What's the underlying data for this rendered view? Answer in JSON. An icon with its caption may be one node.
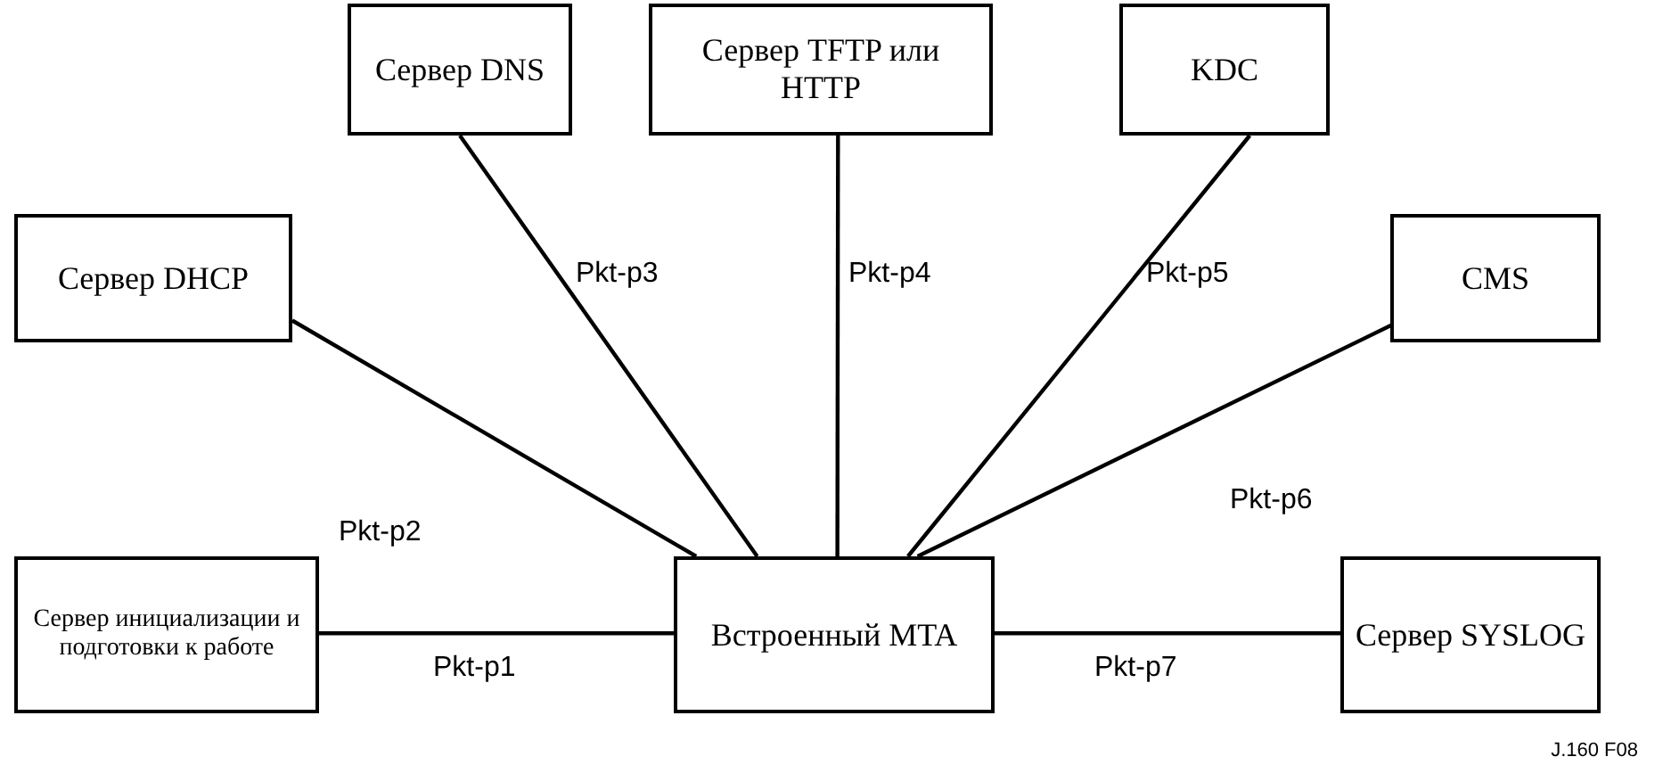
{
  "diagram": {
    "nodes": [
      {
        "text": [
          "Сервер DNS"
        ]
      },
      {
        "text": [
          "Сервер TFTP или HTTP"
        ]
      },
      {
        "text": [
          "KDC"
        ]
      },
      {
        "text": [
          "Сервер DHCP"
        ]
      },
      {
        "text": [
          "CMS"
        ]
      },
      {
        "text": [
          "Сервер инициализации и подготовки к работе"
        ]
      },
      {
        "text": [
          "Встроенный MTA"
        ]
      },
      {
        "text": [
          "Сервер SYSLOG"
        ]
      }
    ],
    "edges": [
      {
        "from": 5,
        "to": 6,
        "arrow": "none",
        "label": "Pkt-p1"
      },
      {
        "from": 3,
        "to": 6,
        "arrow": "none",
        "label": "Pkt-p2"
      },
      {
        "from": 0,
        "to": 6,
        "arrow": "none",
        "label": "Pkt-p3"
      },
      {
        "from": 1,
        "to": 6,
        "arrow": "none",
        "label": "Pkt-p4"
      },
      {
        "from": 2,
        "to": 6,
        "arrow": "none",
        "label": "Pkt-p5"
      },
      {
        "from": 4,
        "to": 6,
        "arrow": "none",
        "label": "Pkt-p6"
      },
      {
        "from": 6,
        "to": 7,
        "arrow": "none",
        "label": "Pkt-p7"
      }
    ],
    "labels": [
      "J.160 F08"
    ]
  }
}
